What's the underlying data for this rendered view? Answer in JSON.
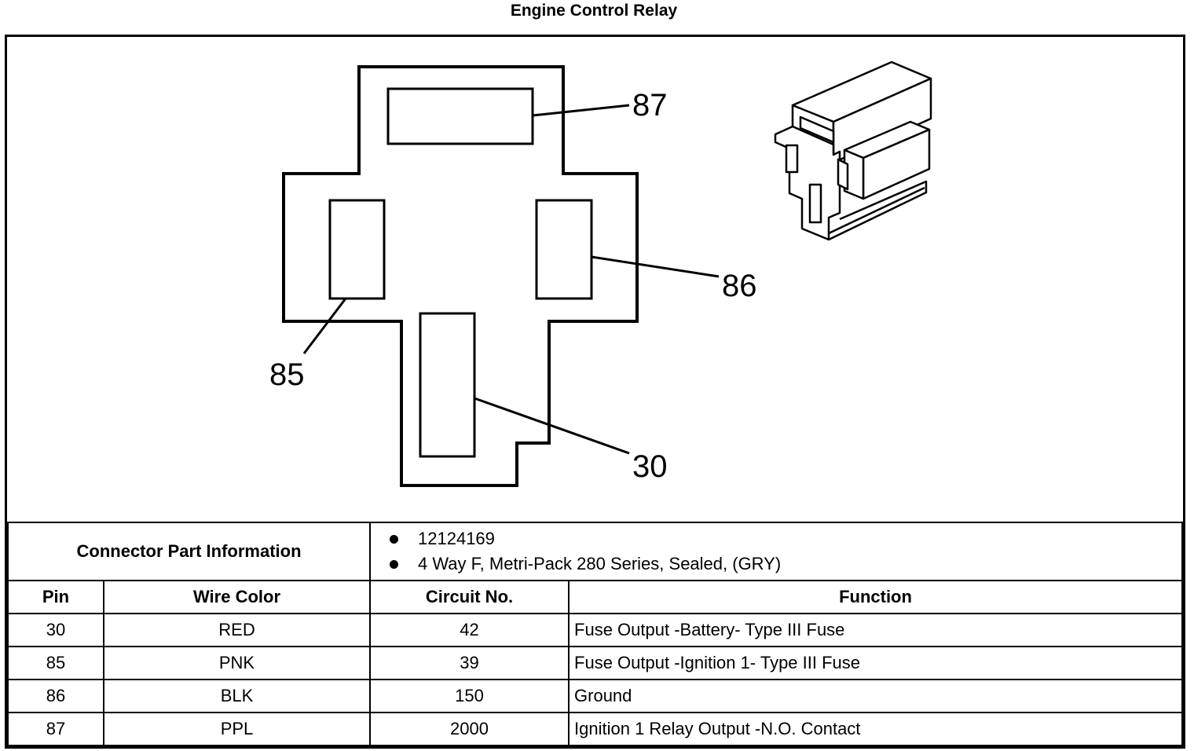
{
  "title": "Engine Control Relay",
  "pin_labels": {
    "p87": "87",
    "p86": "86",
    "p85": "85",
    "p30": "30"
  },
  "part_info": {
    "label": "Connector Part Information",
    "items": [
      "12124169",
      "4 Way F, Metri-Pack 280 Series, Sealed, (GRY)"
    ]
  },
  "table": {
    "headers": [
      "Pin",
      "Wire Color",
      "Circuit No.",
      "Function"
    ],
    "rows": [
      [
        "30",
        "RED",
        "42",
        "Fuse Output -Battery- Type III Fuse"
      ],
      [
        "85",
        "PNK",
        "39",
        "Fuse Output -Ignition 1- Type III Fuse"
      ],
      [
        "86",
        "BLK",
        "150",
        "Ground"
      ],
      [
        "87",
        "PPL",
        "2000",
        "Ignition 1 Relay Output -N.O. Contact"
      ]
    ]
  }
}
